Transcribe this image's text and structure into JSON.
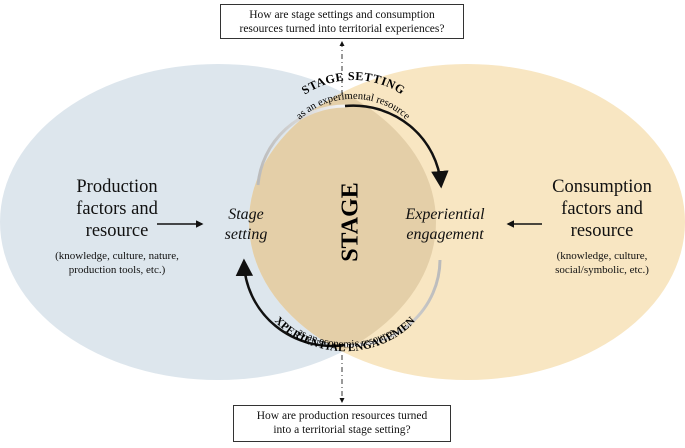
{
  "top_question": {
    "line1": "How are stage settings and consumption",
    "line2": "resources turned into territorial experiences?"
  },
  "bottom_question": {
    "line1": "How are production resources turned",
    "line2": "into a territorial stage setting?"
  },
  "production": {
    "title_line1": "Production",
    "title_line2": "factors and",
    "title_line3": "resource",
    "detail_line1": "(knowledge, culture, nature,",
    "detail_line2": "production tools, etc.)"
  },
  "consumption": {
    "title_line1": "Consumption",
    "title_line2": "factors and",
    "title_line3": "resource",
    "detail_line1": "(knowledge, culture,",
    "detail_line2": "social/symbolic, etc.)"
  },
  "stage_setting": {
    "line1": "Stage",
    "line2": "setting"
  },
  "experiential_engagement": {
    "line1": "Experiential",
    "line2": "engagement"
  },
  "center_label": "STAGE",
  "top_arc": {
    "title": "STAGE SETTING",
    "subtitle": "as an experimental resource"
  },
  "bottom_arc": {
    "title": "EXPERIENTIAL ENGAGEMENT",
    "subtitle": "as an economic resource"
  },
  "colors": {
    "production_ellipse": "#dde6ed",
    "consumption_ellipse": "#f8e6c2",
    "overlap": "#e4cfa8",
    "arrow": "#111111"
  }
}
